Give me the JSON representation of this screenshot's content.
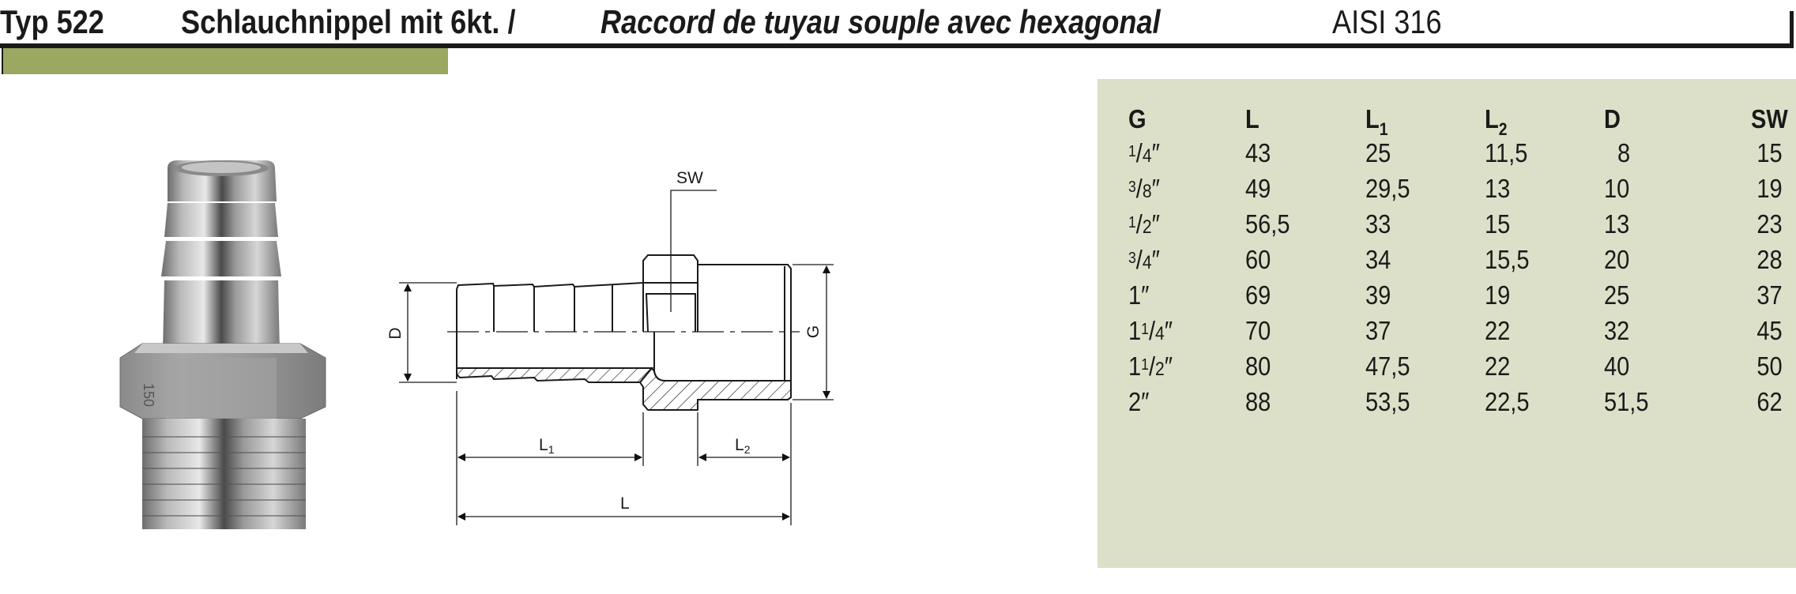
{
  "header": {
    "type_label": "Typ 522",
    "title_de": "Schlauchnippel mit 6kt. /",
    "title_fr": "Raccord de tuyau souple avec hexagonal",
    "material": "AISI 316"
  },
  "colors": {
    "accent_bar": "#9ba862",
    "table_bg": "#dce0c8",
    "rule": "#1a1a1a"
  },
  "drawing": {
    "label_sw": "SW",
    "label_d": "D",
    "label_g": "G",
    "label_l": "L",
    "label_l1": {
      "base": "L",
      "sub": "1"
    },
    "label_l2": {
      "base": "L",
      "sub": "2"
    }
  },
  "photo": {
    "hex_marking": "150"
  },
  "table": {
    "columns": [
      {
        "base": "G",
        "sub": ""
      },
      {
        "base": "L",
        "sub": ""
      },
      {
        "base": "L",
        "sub": "1"
      },
      {
        "base": "L",
        "sub": "2"
      },
      {
        "base": "D",
        "sub": ""
      },
      {
        "base": "SW",
        "sub": ""
      }
    ],
    "rows": [
      [
        {
          "whole": "",
          "num": "1",
          "den": "4"
        },
        "43",
        "25",
        "11,5",
        "8",
        "15"
      ],
      [
        {
          "whole": "",
          "num": "3",
          "den": "8"
        },
        "49",
        "29,5",
        "13",
        "10",
        "19"
      ],
      [
        {
          "whole": "",
          "num": "1",
          "den": "2"
        },
        "56,5",
        "33",
        "15",
        "13",
        "23"
      ],
      [
        {
          "whole": "",
          "num": "3",
          "den": "4"
        },
        "60",
        "34",
        "15,5",
        "20",
        "28"
      ],
      [
        {
          "whole": "1",
          "num": "",
          "den": ""
        },
        "69",
        "39",
        "19",
        "25",
        "37"
      ],
      [
        {
          "whole": "1",
          "num": "1",
          "den": "4"
        },
        "70",
        "37",
        "22",
        "32",
        "45"
      ],
      [
        {
          "whole": "1",
          "num": "1",
          "den": "2"
        },
        "80",
        "47,5",
        "22",
        "40",
        "50"
      ],
      [
        {
          "whole": "2",
          "num": "",
          "den": ""
        },
        "88",
        "53,5",
        "22,5",
        "51,5",
        "62"
      ]
    ],
    "inch_mark": "″"
  }
}
